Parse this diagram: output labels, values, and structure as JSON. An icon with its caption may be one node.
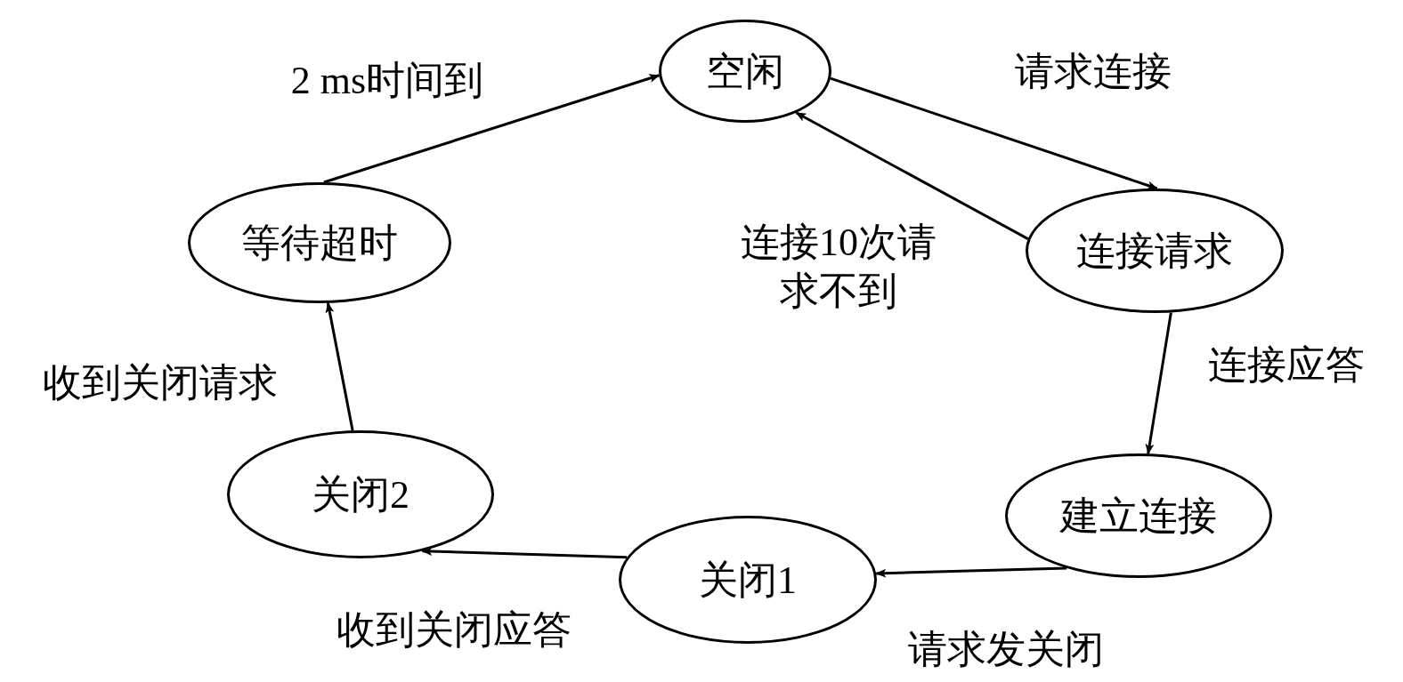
{
  "diagram": {
    "nodes": [
      {
        "text": [
          "空闲"
        ]
      },
      {
        "text": [
          "连接请求"
        ]
      },
      {
        "text": [
          "建立连接"
        ]
      },
      {
        "text": [
          "关闭1"
        ]
      },
      {
        "text": [
          "关闭2"
        ]
      },
      {
        "text": [
          "等待超时"
        ]
      }
    ],
    "edges": [
      {
        "from": 0,
        "to": 1,
        "arrow": "to",
        "label": "请求连接"
      },
      {
        "from": 1,
        "to": 0,
        "arrow": "to",
        "label": "连接10次请求不到"
      },
      {
        "from": 1,
        "to": 2,
        "arrow": "to",
        "label": "连接应答"
      },
      {
        "from": 2,
        "to": 3,
        "arrow": "to",
        "label": "请求发关闭"
      },
      {
        "from": 3,
        "to": 4,
        "arrow": "to",
        "label": "收到关闭应答"
      },
      {
        "from": 4,
        "to": 5,
        "arrow": "to",
        "label": "收到关闭请求"
      },
      {
        "from": 5,
        "to": 0,
        "arrow": "to",
        "label": "2 ms时间到"
      }
    ]
  }
}
